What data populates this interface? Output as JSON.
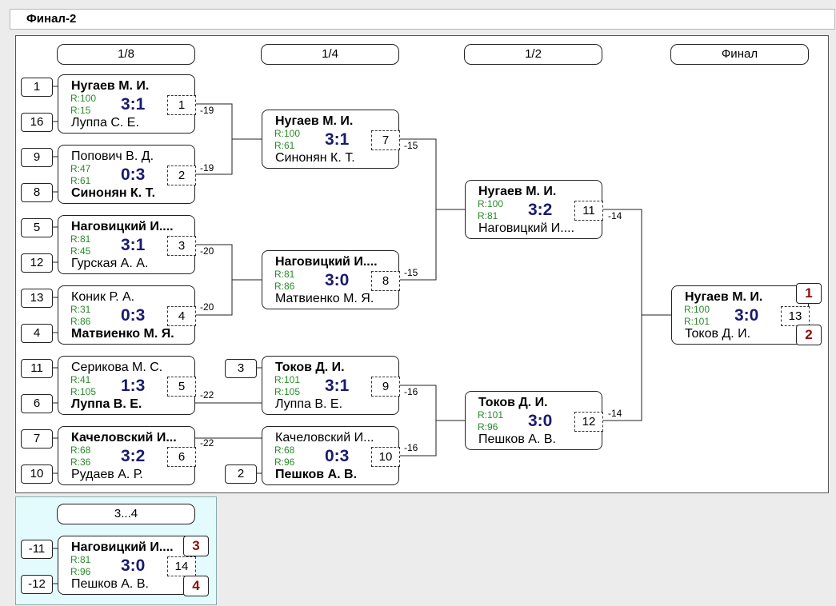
{
  "title": "Финал-2",
  "headers": [
    "1/8",
    "1/4",
    "1/2",
    "Финал"
  ],
  "third_header": "3...4",
  "matches": [
    {
      "p1": "Нугаев М. И.",
      "r1": "R:100",
      "p2": "Луппа С. Е.",
      "r2": "R:15",
      "score": "3:1",
      "num": "1",
      "win": 1
    },
    {
      "p1": "Попович В. Д.",
      "r1": "R:47",
      "p2": "Синонян К. Т.",
      "r2": "R:61",
      "score": "0:3",
      "num": "2",
      "win": 2
    },
    {
      "p1": "Наговицкий И....",
      "r1": "R:81",
      "p2": "Гурская А. А.",
      "r2": "R:45",
      "score": "3:1",
      "num": "3",
      "win": 1
    },
    {
      "p1": "Коник Р. А.",
      "r1": "R:31",
      "p2": "Матвиенко М. Я.",
      "r2": "R:86",
      "score": "0:3",
      "num": "4",
      "win": 2
    },
    {
      "p1": "Серикова М. С.",
      "r1": "R:41",
      "p2": "Луппа В. Е.",
      "r2": "R:105",
      "score": "1:3",
      "num": "5",
      "win": 2
    },
    {
      "p1": "Качеловский И...",
      "r1": "R:68",
      "p2": "Рудаев А. Р.",
      "r2": "R:36",
      "score": "3:2",
      "num": "6",
      "win": 1
    },
    {
      "p1": "Нугаев М. И.",
      "r1": "R:100",
      "p2": "Синонян К. Т.",
      "r2": "R:61",
      "score": "3:1",
      "num": "7",
      "win": 1
    },
    {
      "p1": "Наговицкий И....",
      "r1": "R:81",
      "p2": "Матвиенко М. Я.",
      "r2": "R:86",
      "score": "3:0",
      "num": "8",
      "win": 1
    },
    {
      "p1": "Токов Д. И.",
      "r1": "R:101",
      "p2": "Луппа В. Е.",
      "r2": "R:105",
      "score": "3:1",
      "num": "9",
      "win": 1
    },
    {
      "p1": "Качеловский И...",
      "r1": "R:68",
      "p2": "Пешков А. В.",
      "r2": "R:96",
      "score": "0:3",
      "num": "10",
      "win": 2
    },
    {
      "p1": "Нугаев М. И.",
      "r1": "R:100",
      "p2": "Наговицкий И....",
      "r2": "R:81",
      "score": "3:2",
      "num": "11",
      "win": 1
    },
    {
      "p1": "Токов Д. И.",
      "r1": "R:101",
      "p2": "Пешков А. В.",
      "r2": "R:96",
      "score": "3:0",
      "num": "12",
      "win": 1
    },
    {
      "p1": "Нугаев М. И.",
      "r1": "R:100",
      "p2": "Токов Д. И.",
      "r2": "R:101",
      "score": "3:0",
      "num": "13",
      "win": 1
    },
    {
      "p1": "Наговицкий И....",
      "r1": "R:81",
      "p2": "Пешков А. В.",
      "r2": "R:96",
      "score": "3:0",
      "num": "14",
      "win": 1
    }
  ],
  "seeds": [
    "1",
    "16",
    "9",
    "8",
    "5",
    "12",
    "13",
    "4",
    "11",
    "6",
    "7",
    "10"
  ],
  "quarter_seeds": [
    "3",
    "2"
  ],
  "third_seeds": [
    "-11",
    "-12"
  ],
  "places": [
    "1",
    "2",
    "3",
    "4"
  ],
  "loser_labels": [
    "-19",
    "-19",
    "-20",
    "-20",
    "-22",
    "-22",
    "-15",
    "-15",
    "-16",
    "-16",
    "-14",
    "-14"
  ]
}
